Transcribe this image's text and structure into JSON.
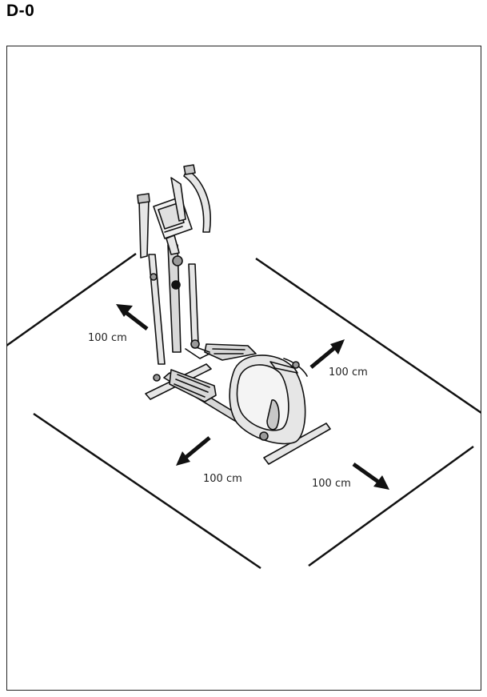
{
  "header": {
    "title": "D-0"
  },
  "diagram": {
    "labels": {
      "back_left": "100 cm",
      "back_right": "100 cm",
      "front_left": "100 cm",
      "front_right": "100 cm"
    },
    "colors": {
      "line": "#111111",
      "machine_fill": "#e6e6e6",
      "machine_dark": "#9a9a9a"
    }
  }
}
